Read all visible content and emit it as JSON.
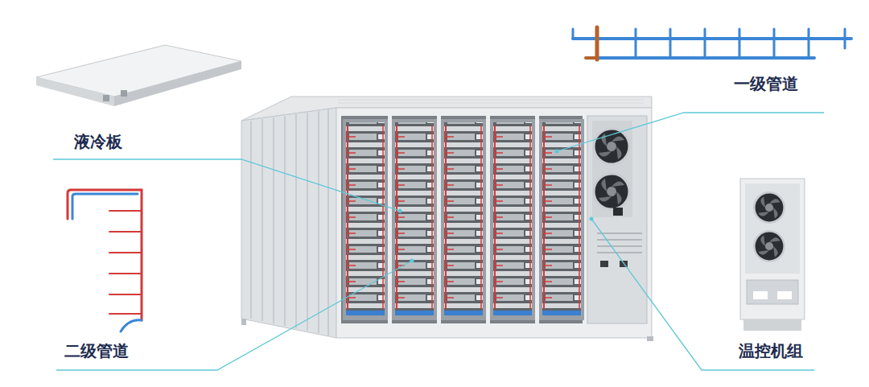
{
  "diagram": {
    "labels": [
      "液冷板",
      "一级管道",
      "二级管道",
      "温控机组"
    ]
  }
}
